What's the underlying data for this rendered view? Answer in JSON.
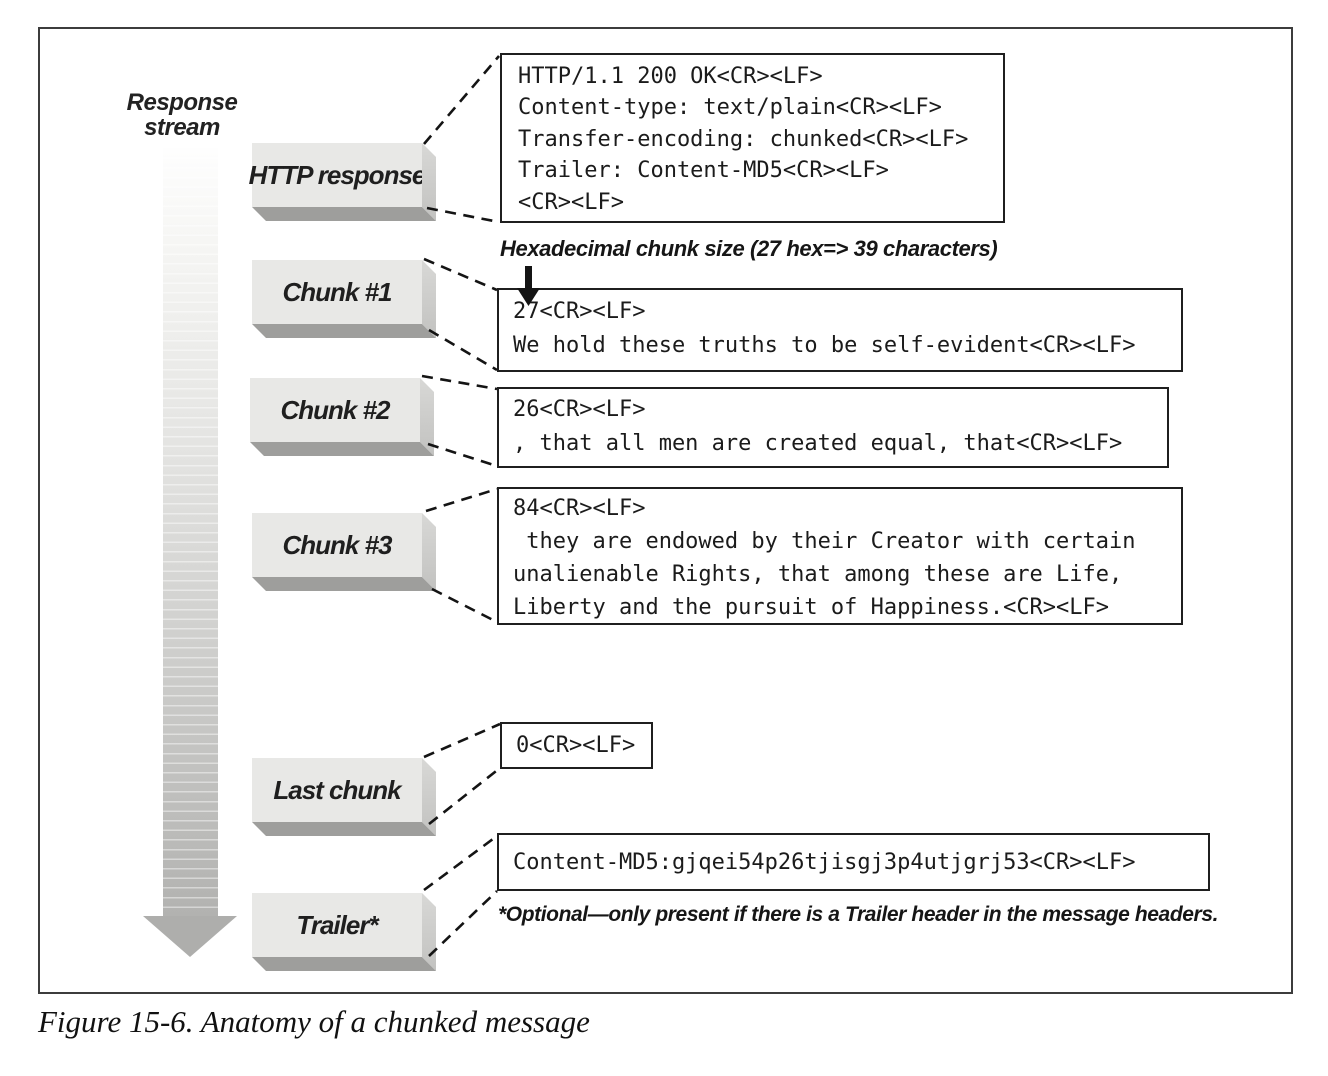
{
  "figure": {
    "caption": "Figure 15-6. Anatomy of a chunked message"
  },
  "stream": {
    "label_line1": "Response",
    "label_line2": "stream"
  },
  "keys": [
    {
      "label": "HTTP response"
    },
    {
      "label": "Chunk #1"
    },
    {
      "label": "Chunk #2"
    },
    {
      "label": "Chunk #3"
    },
    {
      "label": "Last chunk"
    },
    {
      "label": "Trailer*"
    }
  ],
  "code_boxes": [
    {
      "name": "http-response-headers",
      "lines": [
        "HTTP/1.1 200 OK<CR><LF>",
        "Content-type: text/plain<CR><LF>",
        "Transfer-encoding: chunked<CR><LF>",
        "Trailer: Content-MD5<CR><LF>",
        "<CR><LF>"
      ]
    },
    {
      "name": "chunk-1",
      "lines": [
        "27<CR><LF>",
        "We hold these truths to be self-evident<CR><LF>"
      ]
    },
    {
      "name": "chunk-2",
      "lines": [
        "26<CR><LF>",
        ", that all men are created equal, that<CR><LF>"
      ]
    },
    {
      "name": "chunk-3",
      "lines": [
        "84<CR><LF>",
        " they are endowed by their Creator with certain",
        "unalienable Rights, that among these are Life,",
        "Liberty and the pursuit of Happiness.<CR><LF>"
      ]
    },
    {
      "name": "last-chunk",
      "lines": [
        "0<CR><LF>"
      ]
    },
    {
      "name": "trailer",
      "lines": [
        "Content-MD5:gjqei54p26tjisgj3p4utjgrj53<CR><LF>"
      ]
    }
  ],
  "annotations": {
    "chunk_size": "Hexadecimal chunk size (27 hex=> 39 characters)",
    "trailer_note": "*Optional—only present if there is a Trailer header in the message headers."
  },
  "colors": {
    "key_face": "#e8e8e6",
    "key_side": "#c9c9c7",
    "key_bottom": "#9e9e9c",
    "stream_gray": "#aeaeac",
    "ink": "#1c1c1c"
  }
}
